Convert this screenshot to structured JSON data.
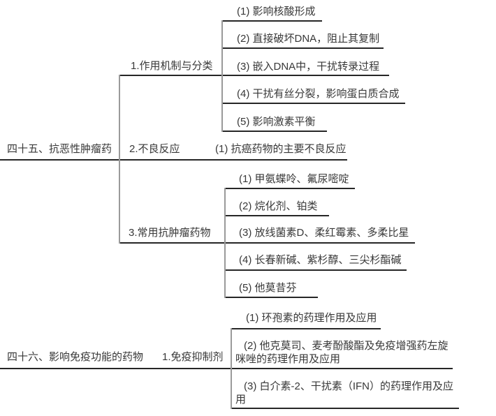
{
  "diagram": {
    "title_hint": "pharmacology outline tree",
    "colors": {
      "background": "#ffffff",
      "text": "#383838",
      "horizontal_line": "#262626",
      "vertical_line": "#9a9a9a"
    },
    "sections": [
      {
        "root": "四十五、抗恶性肿瘤药",
        "children": [
          {
            "label": "1.作用机制与分类",
            "items": [
              "(1) 影响核酸形成",
              "(2) 直接破坏DNA，阻止其复制",
              "(3) 嵌入DNA中，干扰转录过程",
              "(4) 干扰有丝分裂，影响蛋白质合成",
              "(5) 影响激素平衡"
            ]
          },
          {
            "label": "2.不良反应",
            "items": [
              "(1) 抗癌药物的主要不良反应"
            ]
          },
          {
            "label": "3.常用抗肿瘤药物",
            "items": [
              "(1) 甲氨蝶呤、氟尿嘧啶",
              "(2) 烷化剂、铂类",
              "(3) 放线菌素D、柔红霉素、多柔比星",
              "(4) 长春新碱、紫杉醇、三尖杉酯碱",
              "(5) 他莫昔芬"
            ]
          }
        ]
      },
      {
        "root": "四十六、影响免疫功能的药物",
        "children": [
          {
            "label": "1.免疫抑制剂",
            "items": [
              "(1) 环孢素的药理作用及应用",
              "(2) 他克莫司、麦考酚酸酯及免疫增强药左旋咪唑的药理作用及应用",
              "(3) 白介素-2、干扰素（IFN）的药理作用及应用"
            ]
          }
        ]
      }
    ]
  }
}
